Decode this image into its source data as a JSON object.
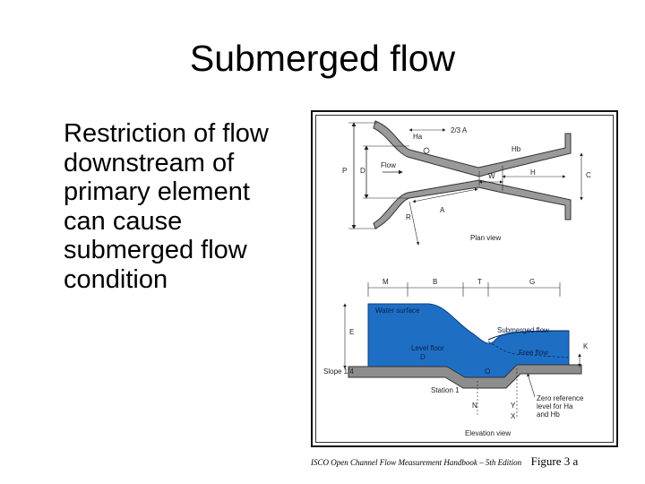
{
  "slide": {
    "title": "Submerged flow",
    "bullet_lines": [
      "Restriction of flow",
      "downstream of",
      "primary element",
      "can cause",
      "submerged flow",
      "condition"
    ]
  },
  "figure": {
    "plan_labels": {
      "frac": "2/3 A",
      "ha": "Ha",
      "hb": "Hb",
      "p": "P",
      "d": "D",
      "flow": "Flow",
      "w": "W",
      "h": "H",
      "c": "C",
      "r": "R",
      "a": "A",
      "view": "Plan view"
    },
    "elev_labels": {
      "m": "M",
      "b": "B",
      "t": "T",
      "g": "G",
      "water": "Water surface",
      "submerged": "Submerged flow",
      "free": "Free flow",
      "e": "E",
      "k": "K",
      "level": "Level floor",
      "d": "D",
      "o": "O",
      "slope": "Slope 1/4",
      "station": "Station 1",
      "n": "N",
      "y": "Y",
      "x": "X",
      "zero1": "Zero reference",
      "zero2": "level for Ha",
      "zero3": "and Hb",
      "view": "Elevation view"
    },
    "water_color": "#1e6fc4"
  },
  "caption": {
    "source": "ISCO Open Channel Flow Measurement Handbook – 5th Edition",
    "figure_label": "Figure 3 a"
  }
}
